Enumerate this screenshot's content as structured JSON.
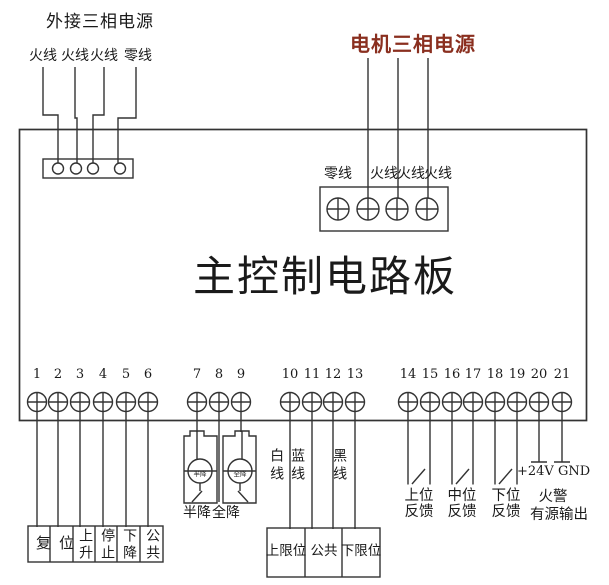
{
  "colors": {
    "line": "#333333",
    "motor_title": "#8a2f1f",
    "text": "#1a1a1a",
    "background": "#ffffff"
  },
  "external_power": {
    "title": "外接三相电源",
    "wire_labels": [
      "火线",
      "火线",
      "火线",
      "零线"
    ]
  },
  "motor_power": {
    "title": "电机三相电源",
    "terminal_labels": [
      "零线",
      "火线",
      "火线",
      "火线"
    ]
  },
  "board": {
    "title": "主控制电路板",
    "terminal_numbers": [
      "1",
      "2",
      "3",
      "4",
      "5",
      "6",
      "7",
      "8",
      "9",
      "10",
      "11",
      "12",
      "13",
      "14",
      "15",
      "16",
      "17",
      "18",
      "19",
      "20",
      "21"
    ]
  },
  "control_box": {
    "reset": "复位",
    "cells": [
      "上升",
      "停止",
      "下降",
      "公共"
    ]
  },
  "drop_buttons": {
    "half": "半降",
    "full": "全降"
  },
  "wire_colors": {
    "white": "白线",
    "blue": "蓝线",
    "black": "黑线"
  },
  "limit_box": {
    "cells": [
      "上限位",
      "公共",
      "下限位"
    ]
  },
  "feedback": {
    "upper": [
      "上位",
      "反馈"
    ],
    "middle": [
      "中位",
      "反馈"
    ],
    "lower": [
      "下位",
      "反馈"
    ]
  },
  "output": {
    "power": "+24V GND",
    "fire_line1": "火警",
    "fire_line2": "有源输出"
  }
}
